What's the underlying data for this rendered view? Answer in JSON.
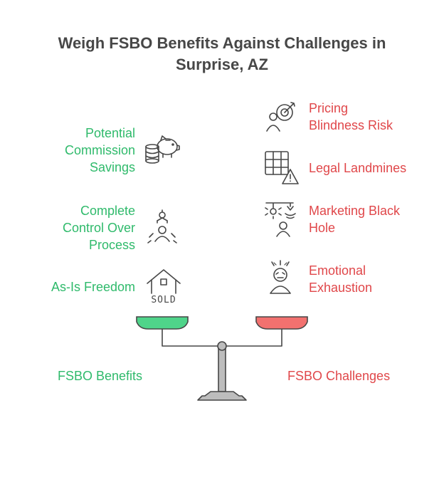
{
  "title": [
    "Weigh FSBO Benefits Against Challenges in",
    "Surprise, AZ"
  ],
  "benefits": [
    {
      "lines": [
        "Potential",
        "Commission",
        "Savings"
      ],
      "icon": "piggy-bank-coins-icon"
    },
    {
      "lines": [
        "Complete",
        "Control Over",
        "Process"
      ],
      "icon": "puppet-control-icon"
    },
    {
      "lines": [
        "As-Is Freedom"
      ],
      "icon": "sold-house-icon"
    }
  ],
  "challenges": [
    {
      "lines": [
        "Pricing",
        "Blindness Risk"
      ],
      "icon": "target-person-icon"
    },
    {
      "lines": [
        "Legal Landmines"
      ],
      "icon": "grid-warning-icon"
    },
    {
      "lines": [
        "Marketing Black",
        "Hole"
      ],
      "icon": "broadcast-person-icon"
    },
    {
      "lines": [
        "Emotional",
        "Exhaustion"
      ],
      "icon": "stressed-person-icon"
    }
  ],
  "footer": {
    "left": "FSBO Benefits",
    "right": "FSBO Challenges"
  },
  "colors": {
    "benefit": "#2fba6b",
    "challenge": "#e0474a",
    "benefit_pan": "#4fd48a",
    "challenge_pan": "#f2716f",
    "text": "#474747",
    "scale": "#bdbdbd"
  }
}
